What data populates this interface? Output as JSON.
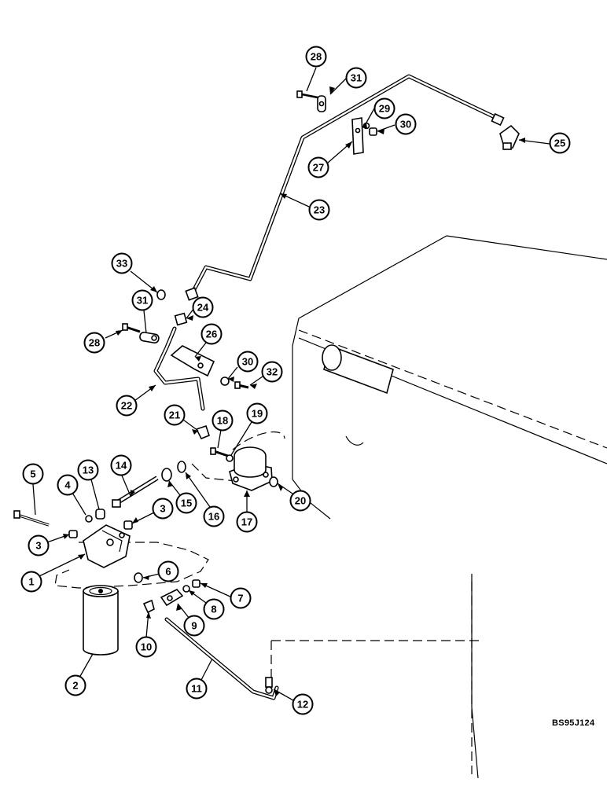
{
  "figure": {
    "reference_code": "BS95J124"
  },
  "callouts": [
    "1",
    "2",
    "3",
    "3",
    "4",
    "5",
    "6",
    "7",
    "8",
    "9",
    "10",
    "11",
    "12",
    "13",
    "14",
    "15",
    "16",
    "17",
    "18",
    "19",
    "20",
    "21",
    "22",
    "23",
    "24",
    "25",
    "26",
    "27",
    "28",
    "28",
    "29",
    "30",
    "30",
    "31",
    "31",
    "32",
    "33"
  ],
  "colors": {
    "ink": "#000000",
    "paper": "#ffffff"
  }
}
